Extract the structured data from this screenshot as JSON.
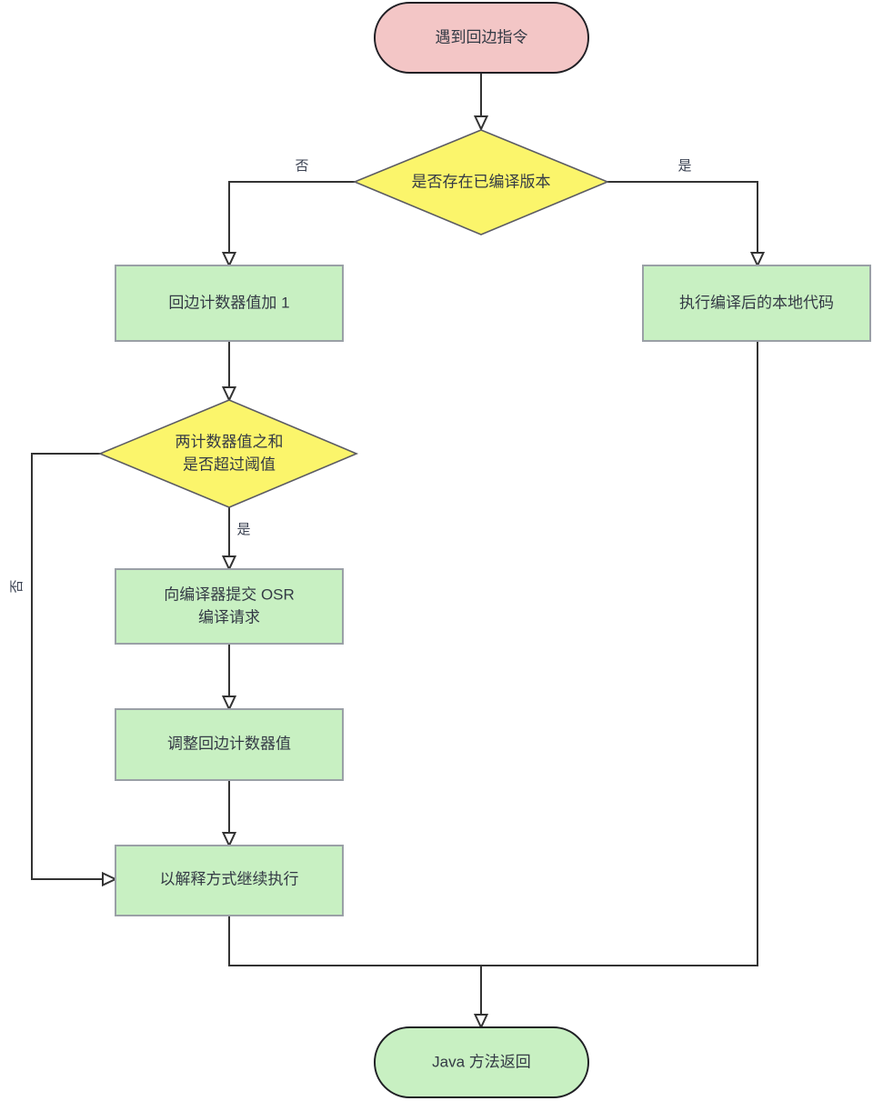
{
  "diagram": {
    "type": "flowchart",
    "direction": "top-to-bottom",
    "background": "#ffffff",
    "colors": {
      "terminal_start_fill": "#f3c6c6",
      "terminal_start_stroke": "#1f1f24",
      "terminal_end_fill": "#c8f0c2",
      "terminal_end_stroke": "#1f1f24",
      "process_fill": "#c8f0c2",
      "process_stroke": "#9aa0a6",
      "decision_fill": "#fbf56b",
      "decision_stroke": "#5b5b63",
      "edge_stroke": "#333333",
      "text": "#343a45"
    },
    "nodes": [
      {
        "id": "start",
        "shape": "terminal",
        "label": "遇到回边指令",
        "lines": [
          "遇到回边指令"
        ]
      },
      {
        "id": "d1",
        "shape": "decision",
        "label": "是否存在已编译版本",
        "lines": [
          "是否存在已编译版本"
        ]
      },
      {
        "id": "p1",
        "shape": "process",
        "label": "回边计数器值加 1",
        "lines": [
          "回边计数器值加 1"
        ]
      },
      {
        "id": "p_native",
        "shape": "process",
        "label": "执行编译后的本地代码",
        "lines": [
          "执行编译后的本地代码"
        ]
      },
      {
        "id": "d2",
        "shape": "decision",
        "label": "两计数器值之和是否超过阈值",
        "lines": [
          "两计数器值之和",
          "是否超过阈值"
        ]
      },
      {
        "id": "p2",
        "shape": "process",
        "label": "向编译器提交 OSR 编译请求",
        "lines": [
          "向编译器提交 OSR",
          "编译请求"
        ]
      },
      {
        "id": "p3",
        "shape": "process",
        "label": "调整回边计数器值",
        "lines": [
          "调整回边计数器值"
        ]
      },
      {
        "id": "p4",
        "shape": "process",
        "label": "以解释方式继续执行",
        "lines": [
          "以解释方式继续执行"
        ]
      },
      {
        "id": "end",
        "shape": "terminal",
        "label": "Java 方法返回",
        "lines": [
          "Java 方法返回"
        ]
      }
    ],
    "edges": [
      {
        "id": "e_start_d1",
        "from": "start",
        "to": "d1",
        "label": ""
      },
      {
        "id": "e_d1_p1",
        "from": "d1",
        "to": "p1",
        "label": "否"
      },
      {
        "id": "e_d1_native",
        "from": "d1",
        "to": "p_native",
        "label": "是"
      },
      {
        "id": "e_p1_d2",
        "from": "p1",
        "to": "d2",
        "label": ""
      },
      {
        "id": "e_d2_p2",
        "from": "d2",
        "to": "p2",
        "label": "是"
      },
      {
        "id": "e_d2_p4",
        "from": "d2",
        "to": "p4",
        "label": "否"
      },
      {
        "id": "e_p2_p3",
        "from": "p2",
        "to": "p3",
        "label": ""
      },
      {
        "id": "e_p3_p4",
        "from": "p3",
        "to": "p4",
        "label": ""
      },
      {
        "id": "e_p4_end",
        "from": "p4",
        "to": "end",
        "label": ""
      },
      {
        "id": "e_native_end",
        "from": "p_native",
        "to": "end",
        "label": ""
      }
    ]
  }
}
